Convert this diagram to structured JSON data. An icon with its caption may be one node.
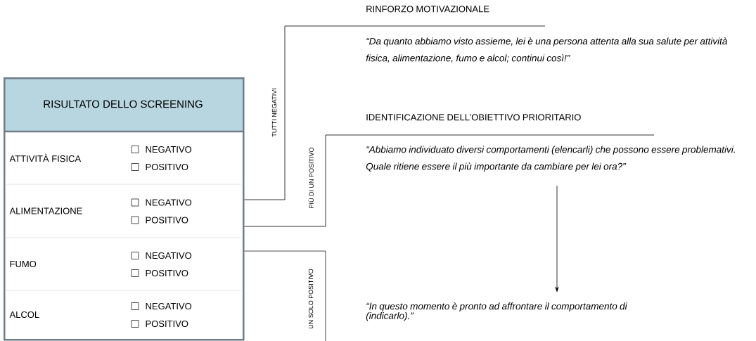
{
  "diagram": {
    "nodes": [
      {
        "text": [
          "RISULTATO DELLO SCREENING"
        ]
      },
      {
        "text": [
          "ATTIVITÀ FISICA",
          "NEGATIVO",
          "POSITIVO"
        ],
        "in": 0
      },
      {
        "text": [
          "ALIMENTAZIONE",
          "NEGATIVO",
          "POSITIVO"
        ],
        "in": 0
      },
      {
        "text": [
          "FUMO",
          "NEGATIVO",
          "POSITIVO"
        ],
        "in": 0
      },
      {
        "text": [
          "ALCOL",
          "NEGATIVO",
          "POSITIVO"
        ],
        "in": 0
      },
      {
        "text": [
          "RINFORZO MOTIVAZIONALE",
          "“Da quanto abbiamo visto assieme, lei è una persona attenta alla sua salute per attività fisica, alimentazione, fumo e alcol; continui così!”"
        ]
      },
      {
        "text": [
          "IDENTIFICAZIONE DELL’OBIETTIVO PRIORITARIO",
          "“Abbiamo individuato diversi comportamenti (elencarli) che possono essere problemativi. Quale ritiene essere il più importante da cambiare per lei ora?”"
        ]
      },
      {
        "text": [
          "“In questo momento è pronto ad affrontare il comportamento di (indicarlo).”"
        ]
      }
    ],
    "edges": [
      {
        "from": 0,
        "to": 5,
        "arrow": "none",
        "label": "TUTTI NEGATIVI"
      },
      {
        "from": 0,
        "to": 6,
        "arrow": "none",
        "label": "PIÙ DI UN POSITIVO"
      },
      {
        "from": 0,
        "to": null,
        "arrow": "none",
        "label": "UN SOLO POSITIVO"
      },
      {
        "from": 6,
        "to": 7,
        "arrow": "to"
      }
    ]
  }
}
